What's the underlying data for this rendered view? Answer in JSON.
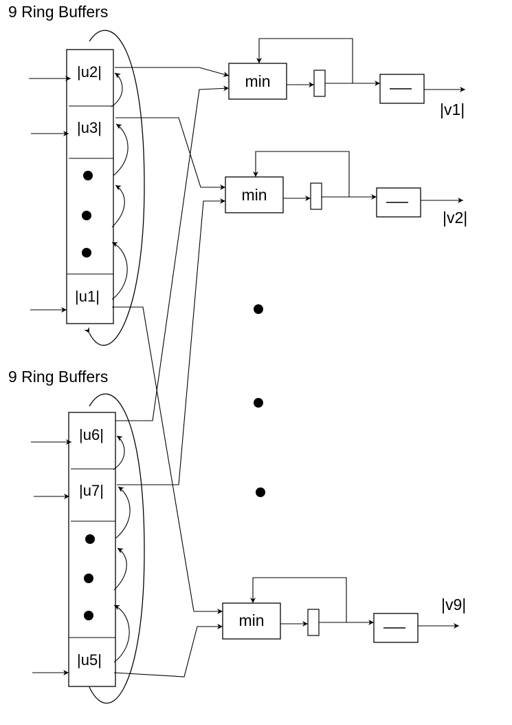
{
  "buffer_groups": [
    {
      "title": "9 Ring Buffers",
      "cells": [
        "|u2|",
        "|u3|",
        "|u1|"
      ]
    },
    {
      "title": "9 Ring Buffers",
      "cells": [
        "|u6|",
        "|u7|",
        "|u5|"
      ]
    }
  ],
  "channels": [
    {
      "op": "min",
      "out_label": "|v1|"
    },
    {
      "op": "min",
      "out_label": "|v2|"
    },
    {
      "op": "min",
      "out_label": "|v9|"
    }
  ]
}
